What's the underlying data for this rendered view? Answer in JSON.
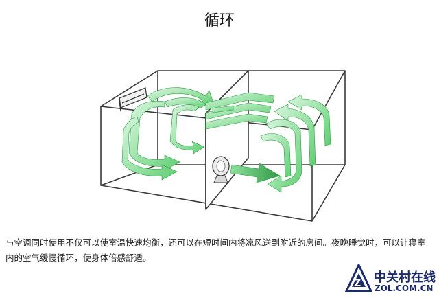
{
  "title": "循环",
  "caption": "与空调同时使用不仅可以使室温快速均衡，还可以在短时间内将凉风送到附近的房间。夜晚睡觉时，可以让寝室内的空气缓慢循环，使身体倍感舒适。",
  "logo": {
    "name_cn": "中关村在线",
    "name_en": "ZOL.COM.CN"
  },
  "colors": {
    "arrow_green": "#5fcf72",
    "arrow_dark_green": "#2f9a45",
    "line": "#3a3a3a",
    "logo_blue": "#1a2b6b"
  }
}
